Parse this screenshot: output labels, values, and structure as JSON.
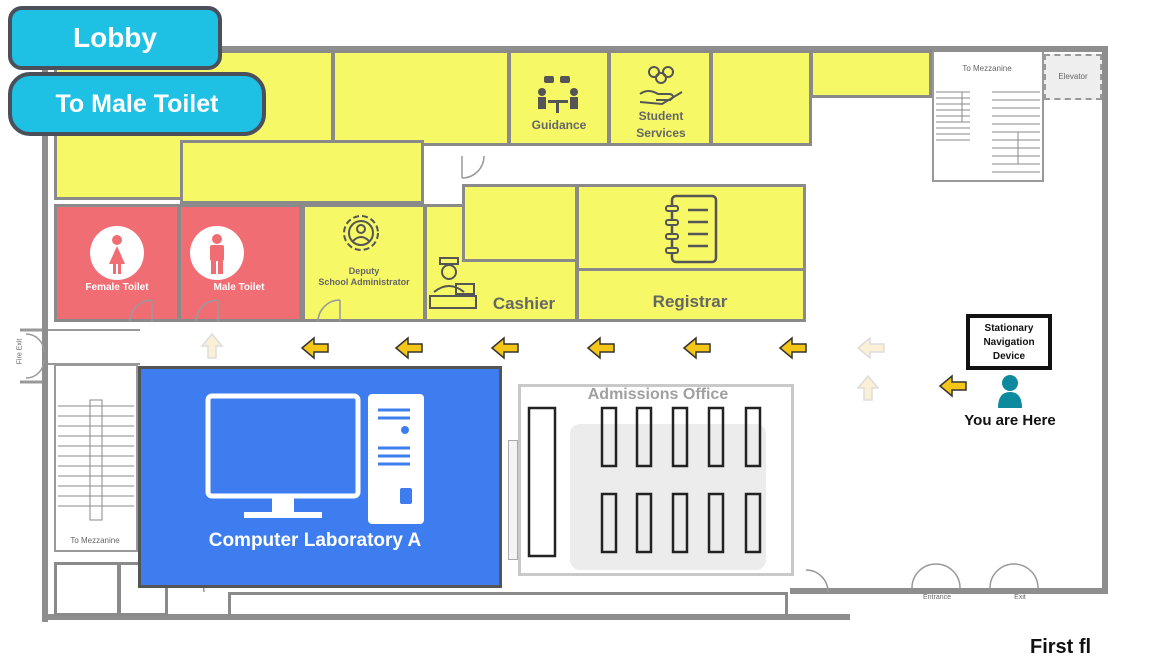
{
  "header": {
    "lobby_button": "Lobby",
    "destination_button": "To Male Toilet"
  },
  "rooms": {
    "guidance": "Guidance",
    "student_services": "Student\nServices",
    "female_toilet": "Female Toilet",
    "male_toilet": "Male Toilet",
    "deputy": "Deputy\nSchool Administrator",
    "cashier": "Cashier",
    "registrar": "Registrar",
    "computer_lab": "Computer Laboratory A",
    "admissions": "Admissions Office",
    "elevator": "Elevator"
  },
  "labels": {
    "to_mezzanine_top": "To Mezzanine",
    "to_mezzanine_bottom": "To Mezzanine",
    "fire_exit": "Fire Exit",
    "entrance": "Entrance",
    "exit": "Exit",
    "floor_caption": "First fl"
  },
  "navigation_device": {
    "label": "Stationary\nNavigation\nDevice",
    "you_are_here": "You are Here"
  },
  "route": {
    "destination": "Male Toilet",
    "arrow_color": "#f5c518",
    "arrow_visited_color": "#fbefd6"
  },
  "colors": {
    "office": "#f6f865",
    "toilet": "#f16d74",
    "lab": "#3d7df0",
    "button": "#1ec0e4",
    "button_border": "#4a4f5a"
  }
}
